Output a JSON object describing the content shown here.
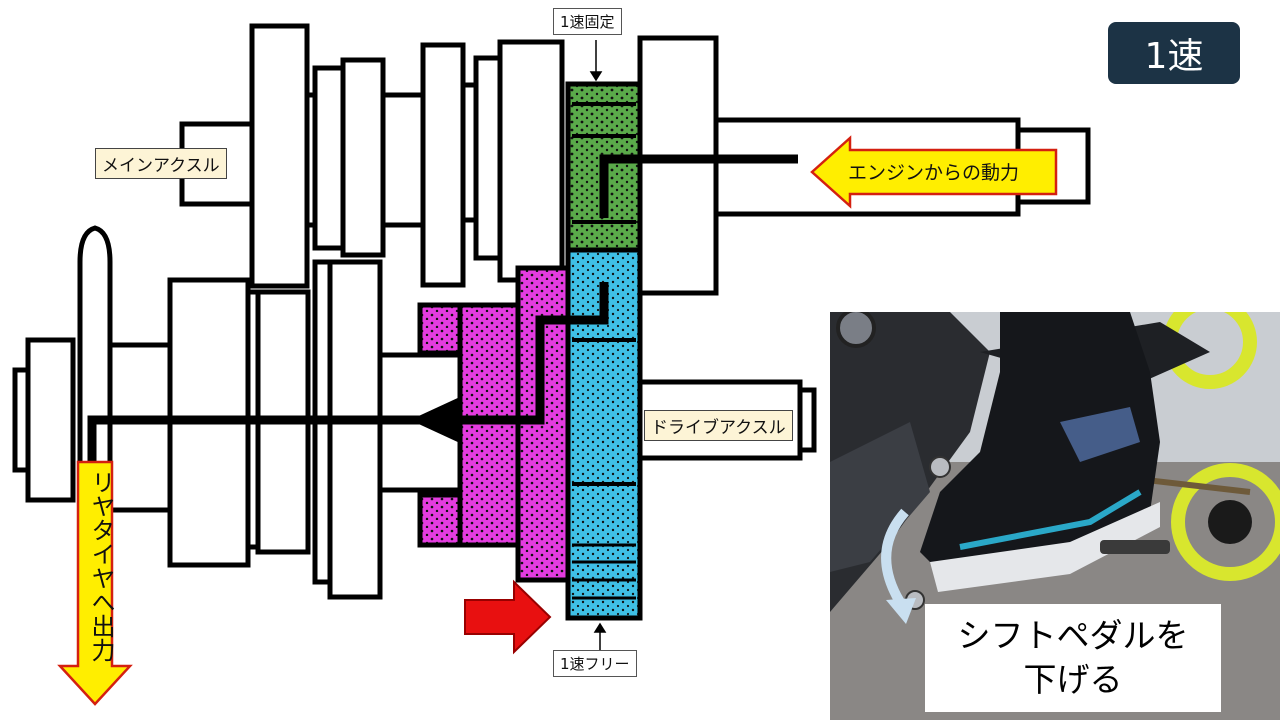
{
  "badge": {
    "gear": "1速"
  },
  "labels": {
    "main_axle": "メインアクスル",
    "drive_axle": "ドライブアクスル",
    "engine_power": "エンジンからの動力",
    "rear_output": "リヤタイヤへ出力",
    "gear_fixed": "1速固定",
    "gear_free": "1速フリー"
  },
  "photo_caption": {
    "line1": "シフトペダルを",
    "line2": "下げる"
  },
  "colors": {
    "fixed_gear": "#5aaa4a",
    "drive_gear": "#3fc0e6",
    "dog_gear": "#e43ce0",
    "arrow_fill": "#ffee00",
    "shift_arrow": "#e81010",
    "badge_bg": "#1c3345"
  }
}
